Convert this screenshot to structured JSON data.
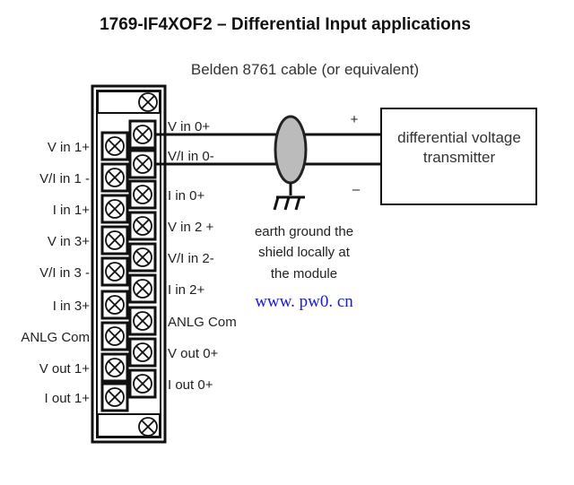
{
  "title": "1769-IF4XOF2 – Differential Input applications",
  "cable_label": "Belden 8761 cable (or equivalent)",
  "left_terminals": [
    "V in 1+",
    "V/I in 1 -",
    "I in 1+",
    "V in 3+",
    "V/I in 3 -",
    "I in 3+",
    "ANLG Com",
    "V out 1+",
    "I out 1+"
  ],
  "right_terminals": [
    "V in 0+",
    "V/I in 0-",
    "I in 0+",
    "V in 2 +",
    "V/I in 2-",
    "I in 2+",
    "ANLG Com",
    "V out 0+",
    "I out 0+"
  ],
  "transmitter": {
    "line1": "differential voltage",
    "line2": "transmitter"
  },
  "plus": "+",
  "minus": "–",
  "ground_note": {
    "line1": "earth ground the",
    "line2": "shield locally at",
    "line3": "the module"
  },
  "watermark": "www. pw0. cn"
}
